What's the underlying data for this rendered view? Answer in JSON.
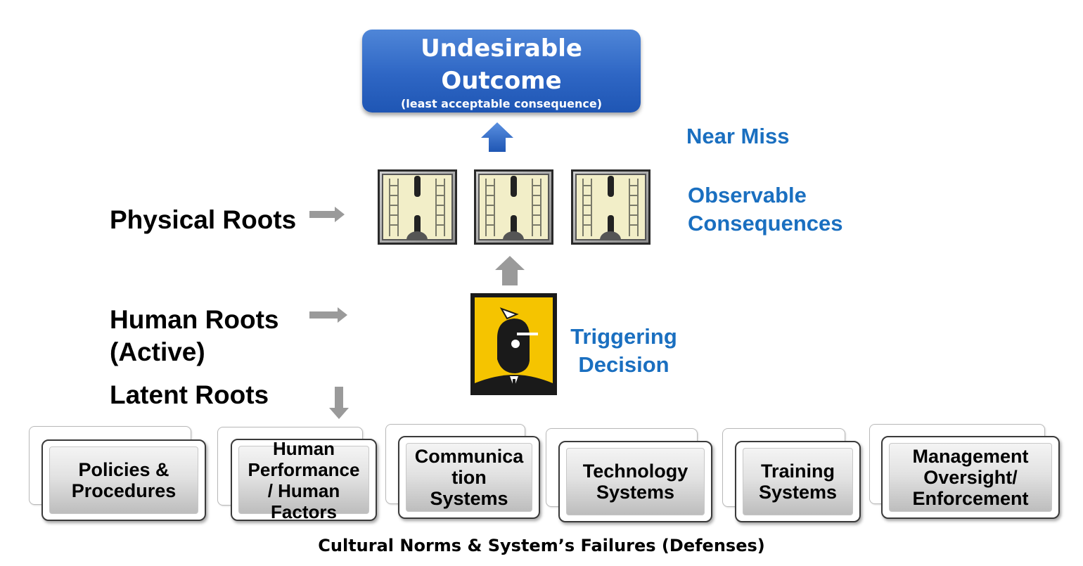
{
  "outcome": {
    "title_line1": "Undesirable",
    "title_line2": "Outcome",
    "subtitle": "(least acceptable consequence)"
  },
  "labels": {
    "near_miss": "Near Miss",
    "observable_line1": "Observable",
    "observable_line2": "Consequences",
    "triggering_line1": "Triggering",
    "triggering_line2": "Decision",
    "physical_roots": "Physical Roots",
    "human_roots_line1": "Human Roots",
    "human_roots_line2": "(Active)",
    "latent_roots": "Latent Roots"
  },
  "defenses": [
    {
      "lines": [
        "Policies &",
        "Procedures"
      ]
    },
    {
      "lines": [
        "Human",
        "Performance",
        "/ Human",
        "Factors"
      ]
    },
    {
      "lines": [
        "Communica",
        "tion",
        "Systems"
      ]
    },
    {
      "lines": [
        "Technology",
        "Systems"
      ]
    },
    {
      "lines": [
        "Training",
        "Systems"
      ]
    },
    {
      "lines": [
        "Management",
        "Oversight/",
        "Enforcement"
      ]
    }
  ],
  "footer": "Cultural Norms & System’s Failures (Defenses)",
  "colors": {
    "outcome_blue": "#2e66c4",
    "label_blue": "#1a6fc0",
    "arrow_gray": "#9a9a9a",
    "trigger_yellow": "#f5c400"
  },
  "icons": {
    "tile": "chained-gate-icon",
    "trigger": "thinking-person-icon"
  }
}
